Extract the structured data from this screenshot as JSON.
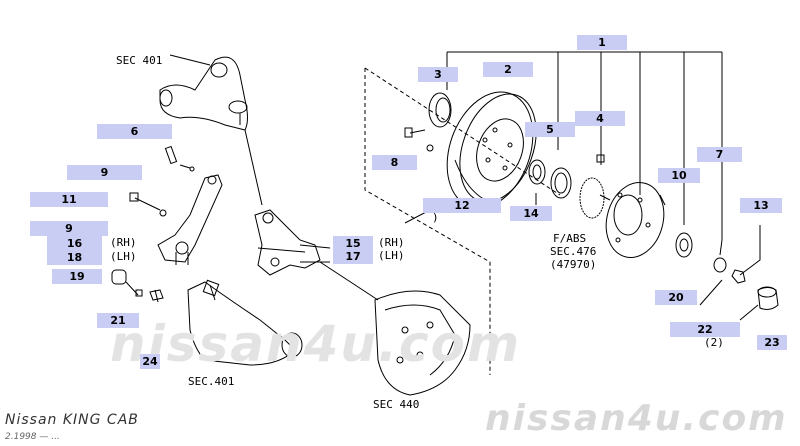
{
  "watermark": {
    "main": "nissan4u.com",
    "corner": "nissan4u.com"
  },
  "footer": {
    "model": "Nissan KING CAB",
    "date": "2.1998 — ..."
  },
  "section_refs": {
    "sec401_top": "SEC 401",
    "sec401_bottom": "SEC.401",
    "sec440": "SEC 440",
    "fabs_1": "F/ABS",
    "fabs_2": "SEC.476",
    "fabs_3": "(47970)",
    "rh_15": "(RH)",
    "lh_17": "(LH)",
    "rh_16": "(RH)",
    "lh_18": "(LH)",
    "qty_22": "(2)",
    "paren_12": ")"
  },
  "parts": [
    {
      "id": "1",
      "label": "1"
    },
    {
      "id": "2",
      "label": "2"
    },
    {
      "id": "3",
      "label": "3"
    },
    {
      "id": "4",
      "label": "4"
    },
    {
      "id": "5",
      "label": "5"
    },
    {
      "id": "6",
      "label": "6"
    },
    {
      "id": "7",
      "label": "7"
    },
    {
      "id": "8",
      "label": "8"
    },
    {
      "id": "9a",
      "label": "9"
    },
    {
      "id": "9b",
      "label": "9"
    },
    {
      "id": "10",
      "label": "10"
    },
    {
      "id": "11",
      "label": "11"
    },
    {
      "id": "12",
      "label": "12"
    },
    {
      "id": "13",
      "label": "13"
    },
    {
      "id": "14",
      "label": "14"
    },
    {
      "id": "15",
      "label": "15"
    },
    {
      "id": "16",
      "label": "16"
    },
    {
      "id": "17",
      "label": "17"
    },
    {
      "id": "18",
      "label": "18"
    },
    {
      "id": "19",
      "label": "19"
    },
    {
      "id": "20",
      "label": "20"
    },
    {
      "id": "21",
      "label": "21"
    },
    {
      "id": "22",
      "label": "22"
    },
    {
      "id": "23",
      "label": "23"
    },
    {
      "id": "24",
      "label": "24"
    }
  ],
  "colors": {
    "label_bg": "#c9cdf4",
    "line": "#000000",
    "watermark": "#e3e3e3"
  }
}
